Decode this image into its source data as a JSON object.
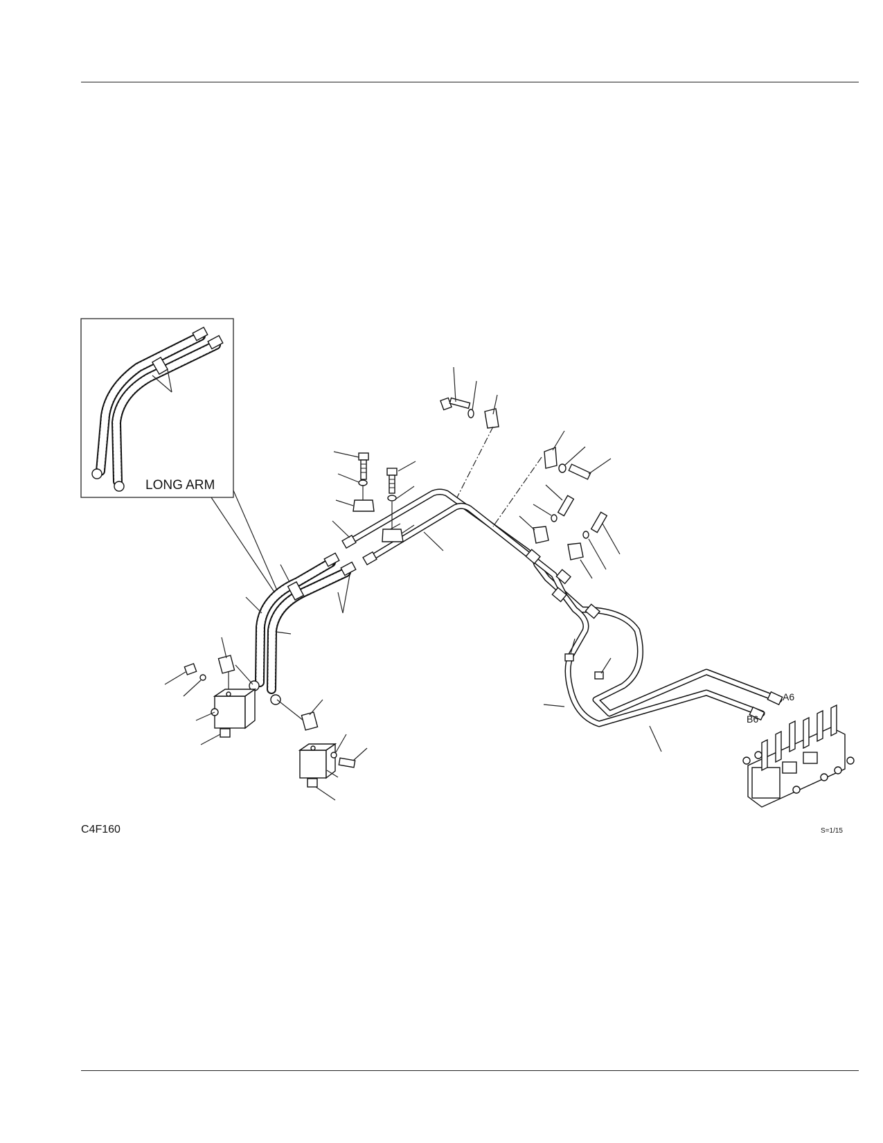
{
  "inset": {
    "label": "LONG ARM"
  },
  "ports": {
    "a": "A6",
    "b": "B6"
  },
  "figure": {
    "code": "C4F160",
    "scale": "S=1/15"
  }
}
